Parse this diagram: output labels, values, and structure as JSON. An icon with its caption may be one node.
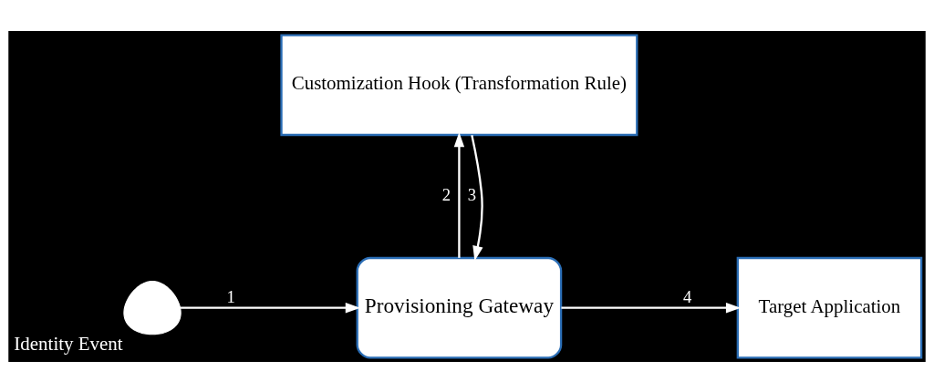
{
  "diagram": {
    "nodes": [
      {
        "text": [],
        "shape": "person",
        "beside": [
          "Identity Event"
        ]
      },
      {
        "text": [
          "Provisioning Gateway"
        ]
      },
      {
        "text": [
          "Target Application"
        ]
      },
      {
        "text": [
          "Customization Hook (Transformation Rule)"
        ]
      }
    ],
    "edges": [
      {
        "from": 0,
        "to": 1,
        "arrow": "to",
        "label": "1"
      },
      {
        "from": 1,
        "to": 3,
        "arrow": "to",
        "label": "2"
      },
      {
        "from": 3,
        "to": 1,
        "arrow": "to",
        "label": "3"
      },
      {
        "from": 1,
        "to": 2,
        "arrow": "to",
        "label": "4"
      }
    ]
  }
}
